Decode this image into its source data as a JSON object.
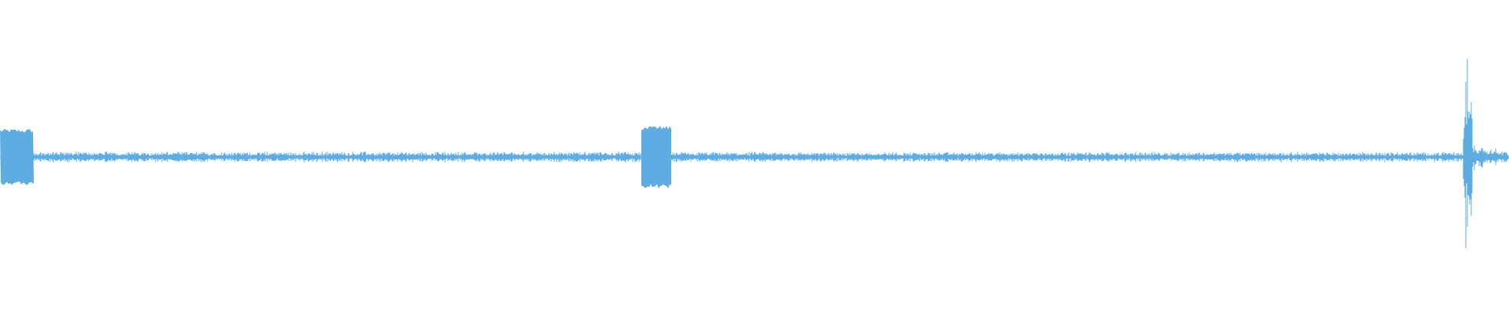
{
  "waveform": {
    "color": "#5dade2",
    "background": "#ffffff",
    "amplitude_scale": [
      -1,
      1
    ],
    "duration_fraction_total": 1,
    "segments": [
      {
        "start": 0.0,
        "end": 0.0225,
        "amplitude": 0.18,
        "kind": "loud-block"
      },
      {
        "start": 0.0225,
        "end": 0.425,
        "amplitude": 0.03,
        "kind": "noise"
      },
      {
        "start": 0.425,
        "end": 0.445,
        "amplitude": 0.2,
        "kind": "loud-block"
      },
      {
        "start": 0.445,
        "end": 0.97,
        "amplitude": 0.028,
        "kind": "noise"
      },
      {
        "start": 0.97,
        "end": 0.976,
        "amplitude": 0.6,
        "kind": "transient"
      },
      {
        "start": 0.976,
        "end": 1.0,
        "amplitude": 0.08,
        "kind": "decay"
      }
    ]
  }
}
